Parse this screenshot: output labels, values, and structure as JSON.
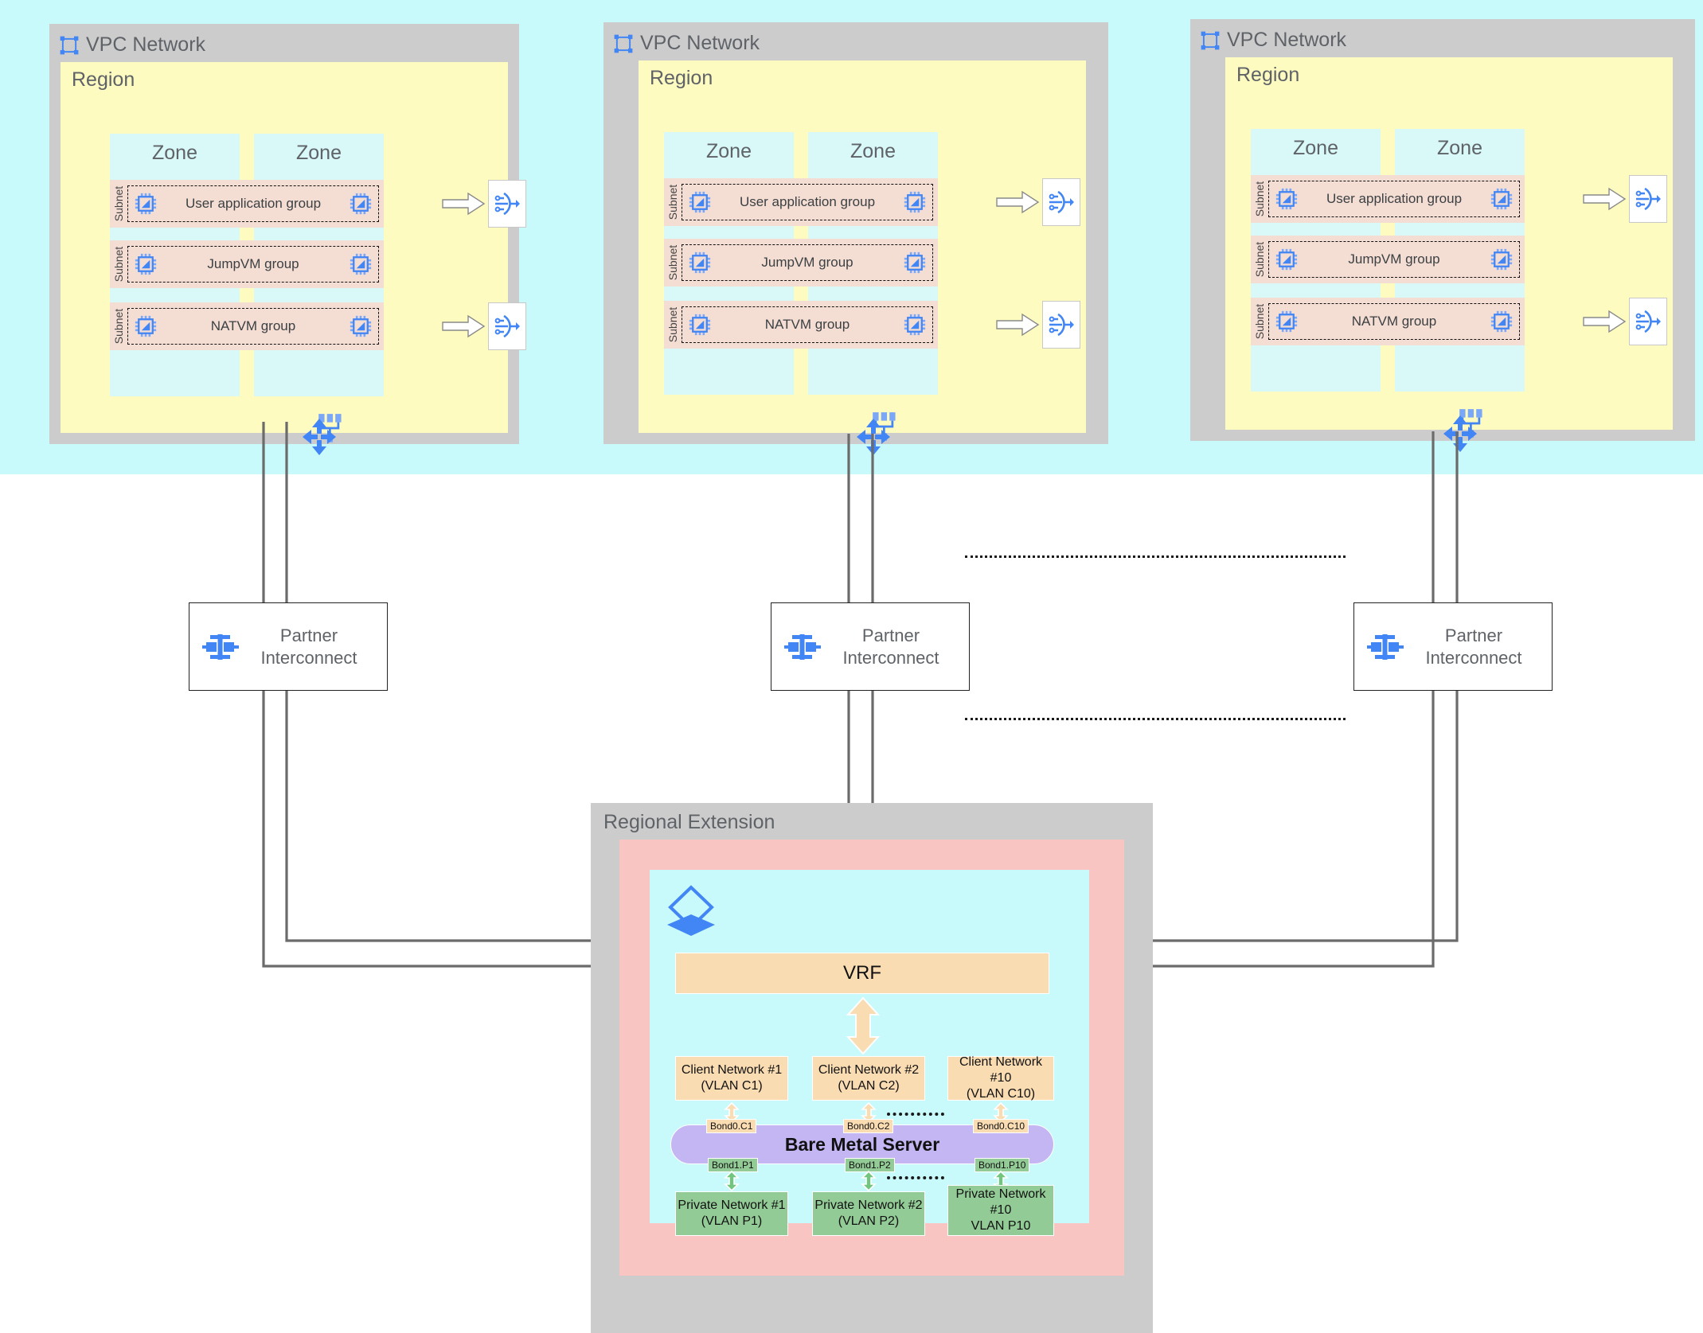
{
  "diagram": {
    "title": "Multi-region VPC with Partner Interconnect to Bare Metal Regional Extension",
    "colors": {
      "cloud_band": "#c8f9fb",
      "vpc_gray": "#cccccc",
      "region_yellow": "#fdfbbf",
      "zone_cyan": "#d9f8f8",
      "subnet_peach": "#f4ded4",
      "client_network_orange": "#fadcb3",
      "private_network_green": "#93cb96",
      "bare_metal_purple": "#c3b6f2",
      "regional_ext_pink": "#f8c5c2",
      "icon_blue": "#4285f4",
      "wire_gray": "#6b6b6b"
    }
  },
  "vpcs": [
    {
      "title": "VPC Network",
      "region_label": "Region",
      "zones": [
        "Zone",
        "Zone"
      ],
      "subnets": [
        {
          "side_label": "Subnet",
          "group": "User application group",
          "has_gateway": true
        },
        {
          "side_label": "Subnet",
          "group": "JumpVM group",
          "has_gateway": false
        },
        {
          "side_label": "Subnet",
          "group": "NATVM group",
          "has_gateway": true
        }
      ]
    },
    {
      "title": "VPC Network",
      "region_label": "Region",
      "zones": [
        "Zone",
        "Zone"
      ],
      "subnets": [
        {
          "side_label": "Subnet",
          "group": "User application group",
          "has_gateway": true
        },
        {
          "side_label": "Subnet",
          "group": "JumpVM group",
          "has_gateway": false
        },
        {
          "side_label": "Subnet",
          "group": "NATVM group",
          "has_gateway": true
        }
      ]
    },
    {
      "title": "VPC Network",
      "region_label": "Region",
      "zones": [
        "Zone",
        "Zone"
      ],
      "subnets": [
        {
          "side_label": "Subnet",
          "group": "User application group",
          "has_gateway": true
        },
        {
          "side_label": "Subnet",
          "group": "JumpVM group",
          "has_gateway": false
        },
        {
          "side_label": "Subnet",
          "group": "NATVM group",
          "has_gateway": true
        }
      ]
    }
  ],
  "partner_interconnects": [
    {
      "line1": "Partner",
      "line2": "Interconnect"
    },
    {
      "line1": "Partner",
      "line2": "Interconnect"
    },
    {
      "line1": "Partner",
      "line2": "Interconnect"
    }
  ],
  "regional_extension": {
    "title": "Regional Extension",
    "vrf_label": "VRF",
    "bare_metal_label": "Bare Metal Server",
    "client_networks": [
      {
        "line1": "Client Network #1",
        "line2": "(VLAN C1)",
        "bond": "Bond0.C1"
      },
      {
        "line1": "Client Network #2",
        "line2": "(VLAN C2)",
        "bond": "Bond0.C2"
      },
      {
        "line1": "Client Network #10",
        "line2": "(VLAN C10)",
        "bond": "Bond0.C10"
      }
    ],
    "private_networks": [
      {
        "line1": "Private Network #1",
        "line2": "(VLAN P1)",
        "line3": "",
        "bond": "Bond1.P1"
      },
      {
        "line1": "Private Network #2",
        "line2": "(VLAN P2)",
        "line3": "",
        "bond": "Bond1.P2"
      },
      {
        "line1": "Private Network",
        "line2": "#10",
        "line3": "VLAN P10",
        "bond": "Bond1.P10"
      }
    ]
  },
  "icons": {
    "vpc_network": "vpc-network-icon",
    "vm_instance": "vm-chip-icon",
    "cloud_nat": "cloud-nat-icon",
    "subnet_topology": "subnet-topology-icon",
    "cloud_router": "cloud-router-icon",
    "partner_interconnect": "partner-interconnect-icon",
    "bare_metal_stack": "layered-stack-icon"
  }
}
